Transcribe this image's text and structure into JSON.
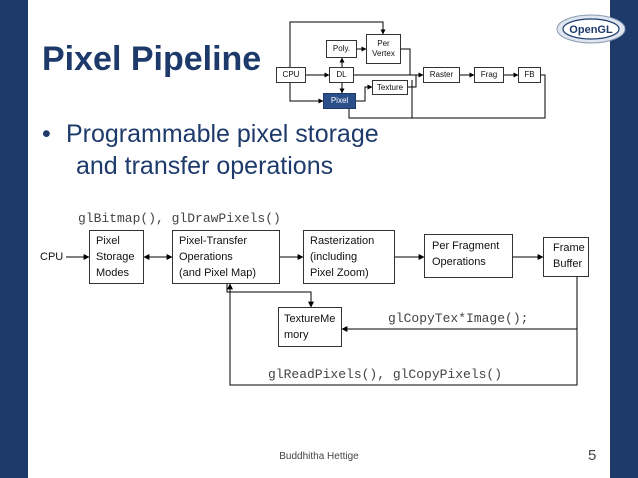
{
  "slide": {
    "title": "Pixel Pipeline",
    "bullet_marker": "•",
    "bullet_line1": "Programmable pixel storage",
    "bullet_line2": "and transfer operations",
    "footer": "Buddhitha Hettige",
    "page_number": "5",
    "logo_text": "OpenGL"
  },
  "overview": {
    "poly": "Poly.",
    "per_vertex": "Per\nVertex",
    "cpu": "CPU",
    "dl": "DL",
    "texture": "Texture",
    "raster": "Raster",
    "frag": "Frag",
    "fb": "FB",
    "pixel": "Pixel"
  },
  "pipeline": {
    "top_call": "glBitmap(), glDrawPixels()",
    "cpu": "CPU",
    "storage_modes": "Pixel\nStorage\nModes",
    "transfer_ops": "Pixel-Transfer\nOperations\n(and Pixel Map)",
    "rasterization": "Rasterization\n(including\nPixel Zoom)",
    "per_fragment": "Per Fragment\nOperations",
    "frame_buffer": "Frame\nBuffer",
    "texture_memory": "TextureMe\nmory",
    "copy_tex_call": "glCopyTex*Image();",
    "read_pixels_call": "glReadPixels(), glCopyPixels()"
  },
  "colors": {
    "band": "#1d3a6b",
    "title": "#1d3a6b",
    "pixel_box": "#2b4f8a"
  }
}
